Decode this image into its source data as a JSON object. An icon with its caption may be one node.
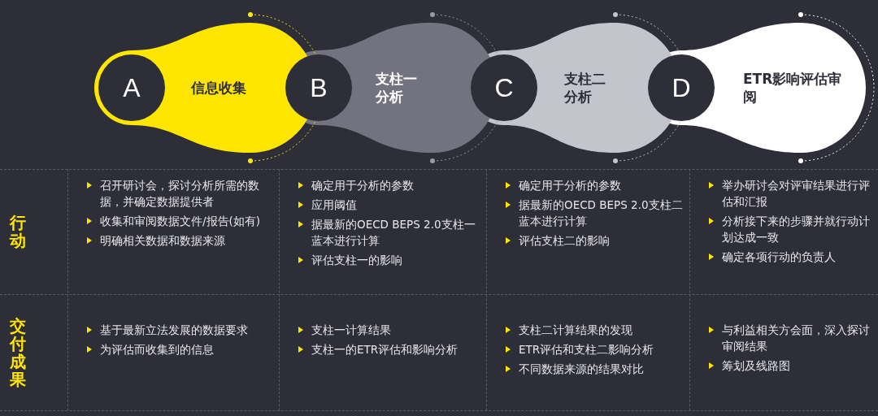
{
  "diagram": {
    "nodes": [
      {
        "text": [
          "A",
          "信息收集"
        ]
      },
      {
        "text": [
          "B",
          "支柱一分析"
        ]
      },
      {
        "text": [
          "C",
          "支柱二分析"
        ]
      },
      {
        "text": [
          "D",
          "ETR影响评估审阅"
        ]
      }
    ],
    "labels": [
      "行动",
      "召开研讨会，探讨分析所需的数据，并确定数据提供者",
      "收集和审阅数据文件/报告(如有)",
      "明确相关数据和数据来源",
      "确定用于分析的参数",
      "应用阈值",
      "据最新的OECD BEPS 2.0支柱一蓝本进行计算",
      "评估支柱一的影响",
      "确定用于分析的参数",
      "据最新的OECD BEPS 2.0支柱二蓝本进行计算",
      "评估支柱二的影响",
      "举办研讨会对评审结果进行评估和汇报",
      "分析接下来的步骤并就行动计划达成一致",
      "确定各项行动的负责人",
      "交付成果",
      "基于最新立法发展的数据要求",
      "为评估而收集到的信息",
      "支柱一计算结果",
      "支柱一的ETR评估和影响分析",
      "支柱二计算结果的发现",
      "ETR评估和支柱二影响分析",
      "不同数据来源的结果对比",
      "与利益相关方会面，深入探讨审阅结果",
      "筹划及线路图"
    ]
  }
}
